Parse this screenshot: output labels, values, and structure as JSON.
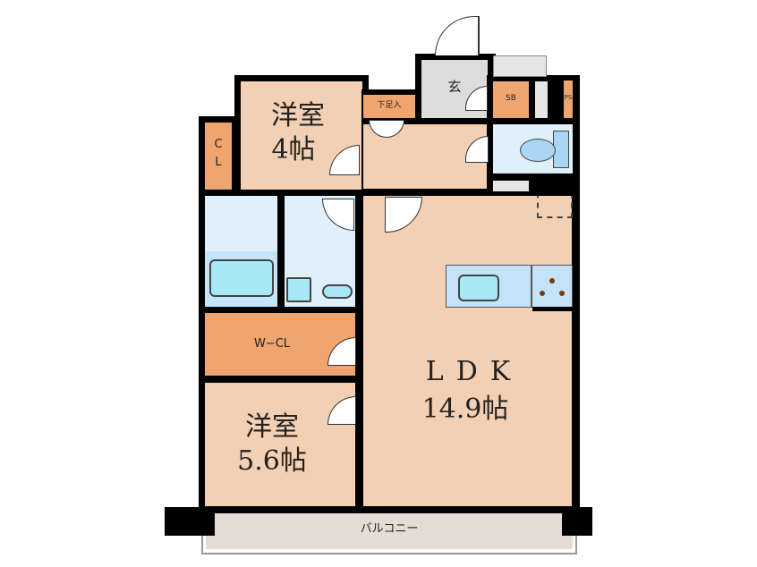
{
  "rooms": {
    "western_room_1": {
      "name": "洋室",
      "size": "4帖"
    },
    "western_room_2": {
      "name": "洋室",
      "size": "5.6帖"
    },
    "ldk": {
      "name": "LDK",
      "size": "14.9帖"
    },
    "closet": {
      "label_line1": "C",
      "label_line2": "L"
    },
    "walk_in_closet": {
      "label": "W−CL"
    },
    "entrance": {
      "label": "玄"
    },
    "shoe_box": {
      "label": "下足入"
    },
    "storage_box": {
      "label": "SB"
    },
    "pipe_space": {
      "label": "PS"
    },
    "balcony": {
      "label": "バルコニー"
    }
  },
  "colors": {
    "room_fill": "#f3d0b3",
    "storage_fill": "#f0a56e",
    "wet_area_fill": "#dff0fb",
    "fixture_fill": "#a8e8f5",
    "entrance_fill": "#dcdcdc",
    "balcony_fill": "#e6dcd5",
    "wall": "#000000"
  }
}
